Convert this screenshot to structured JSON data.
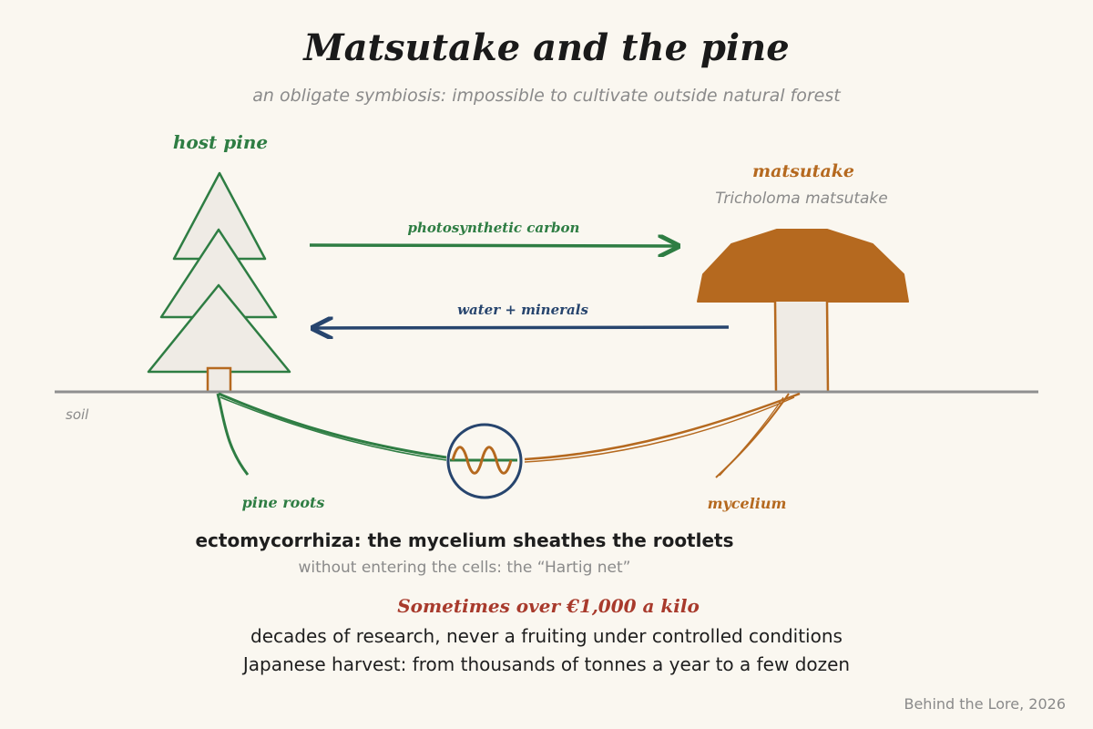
{
  "title": "Matsutake and the pine",
  "subtitle": "an obligate symbiosis: impossible to cultivate outside natural forest",
  "tree": {
    "label": "host pine"
  },
  "mushroom": {
    "label": "matsutake",
    "latin": "Tricholoma matsutake"
  },
  "flows": {
    "carbon": "photosynthetic carbon",
    "water": "water + minerals"
  },
  "soil_label": "soil",
  "roots_label": "pine roots",
  "mycelium_label": "mycelium",
  "mycorrhiza": {
    "heading": "ectomycorrhiza: the mycelium sheathes the rootlets",
    "sub": "without entering the cells: the “Hartig net”"
  },
  "facts": {
    "price": "Sometimes over €1,000 a kilo",
    "line1": "decades of research, never a fruiting under controlled conditions",
    "line2": "Japanese harvest: from thousands of tonnes a year to a few dozen"
  },
  "credit": "Behind the Lore, 2026",
  "colors": {
    "pine": "#2e7d43",
    "fungus": "#b5691f",
    "water": "#27456e",
    "price": "#a83a2c",
    "background": "#faf7f0"
  }
}
